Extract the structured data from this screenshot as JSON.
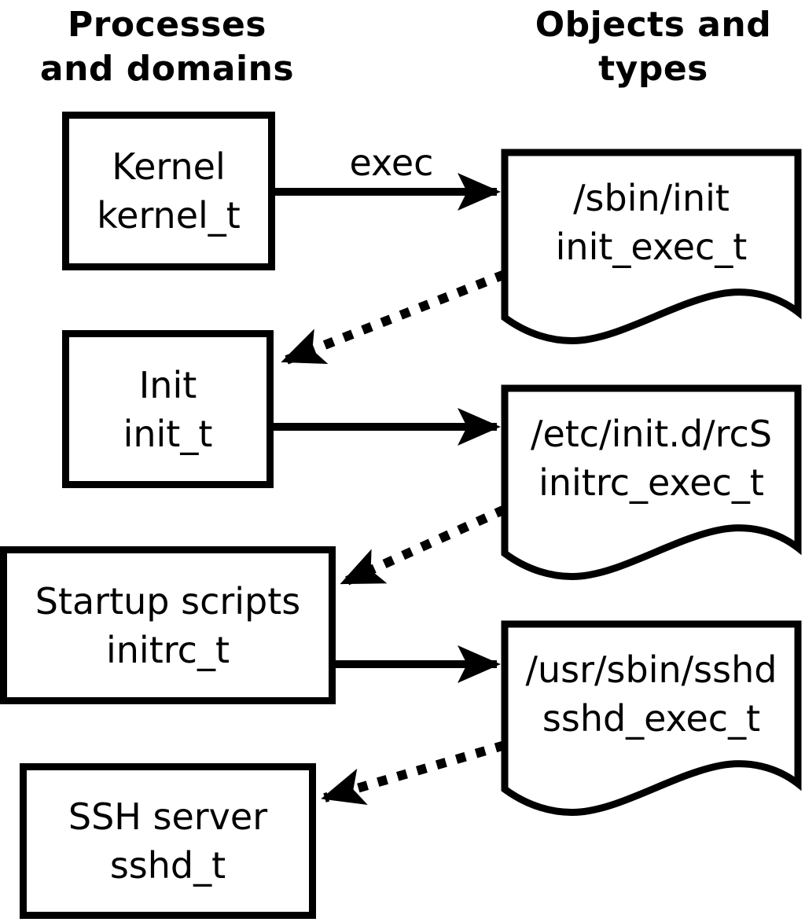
{
  "columns": {
    "left_title": [
      "Processes",
      "and domains"
    ],
    "right_title": [
      "Objects and",
      "types"
    ]
  },
  "labels": {
    "exec_arrow": "exec"
  },
  "process_boxes": [
    {
      "name": "Kernel",
      "type": "kernel_t"
    },
    {
      "name": "Init",
      "type": "init_t"
    },
    {
      "name": "Startup scripts",
      "type": "initrc_t"
    },
    {
      "name": "SSH server",
      "type": "sshd_t"
    }
  ],
  "object_files": [
    {
      "path": "/sbin/init",
      "type": "init_exec_t"
    },
    {
      "path": "/etc/init.d/rcS",
      "type": "initrc_exec_t"
    },
    {
      "path": "/usr/sbin/sshd",
      "type": "sshd_exec_t"
    }
  ],
  "colors": {
    "ink": "#000000",
    "paper": "#ffffff"
  }
}
